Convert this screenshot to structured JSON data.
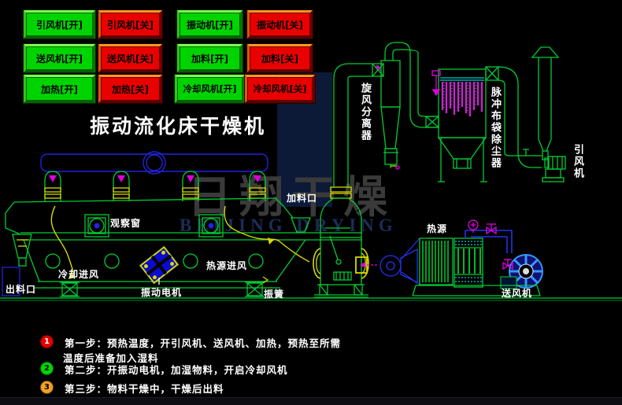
{
  "title": "振动流化床干燥机",
  "watermark": {
    "cn": "日翔干燥",
    "en": "BEIJING DRYING"
  },
  "buttons": [
    {
      "label": "引风机[开]",
      "state": "on"
    },
    {
      "label": "引风机[关]",
      "state": "off"
    },
    {
      "label": "振动机[开]",
      "state": "on"
    },
    {
      "label": "振动机[关]",
      "state": "off"
    },
    {
      "label": "送风机[开]",
      "state": "on"
    },
    {
      "label": "送风机[关]",
      "state": "off"
    },
    {
      "label": "加料[开]",
      "state": "on"
    },
    {
      "label": "加料[关]",
      "state": "off"
    },
    {
      "label": "加热[开]",
      "state": "on"
    },
    {
      "label": "加热[关]",
      "state": "off"
    },
    {
      "label": "冷却风机[开]",
      "state": "on"
    },
    {
      "label": "冷却风机[关]",
      "state": "off"
    }
  ],
  "diagram_labels": {
    "cyclone": "旋风分离器",
    "bag_filter": "脉冲布袋除尘器",
    "induced_fan": "引风机",
    "feed_inlet": "加料口",
    "observation_window": "观察窗",
    "cooling_inlet": "冷却进风",
    "heat_inlet": "热源进风",
    "discharge_outlet": "出料口",
    "vibration_motor": "振动电机",
    "vibration_spring": "振簧",
    "heat_source": "热源",
    "supply_fan": "送风机"
  },
  "steps": [
    {
      "num": "1",
      "text": "第一步：预热温度，开引风机、送风机、加热，预热至所需",
      "text2": "温度后准备加入湿料"
    },
    {
      "num": "2",
      "text": "第二步：开振动电机，加湿物料，开启冷却风机"
    },
    {
      "num": "3",
      "text": "第三步：物料干燥中，干燥后出料"
    }
  ],
  "colors": {
    "on_button": "#00d400",
    "off_button": "#e90000",
    "line_green": "#00cc33",
    "pipe_blue": "#2222dd",
    "accent_yellow": "#d8d800",
    "valve_magenta": "#dd00dd"
  }
}
